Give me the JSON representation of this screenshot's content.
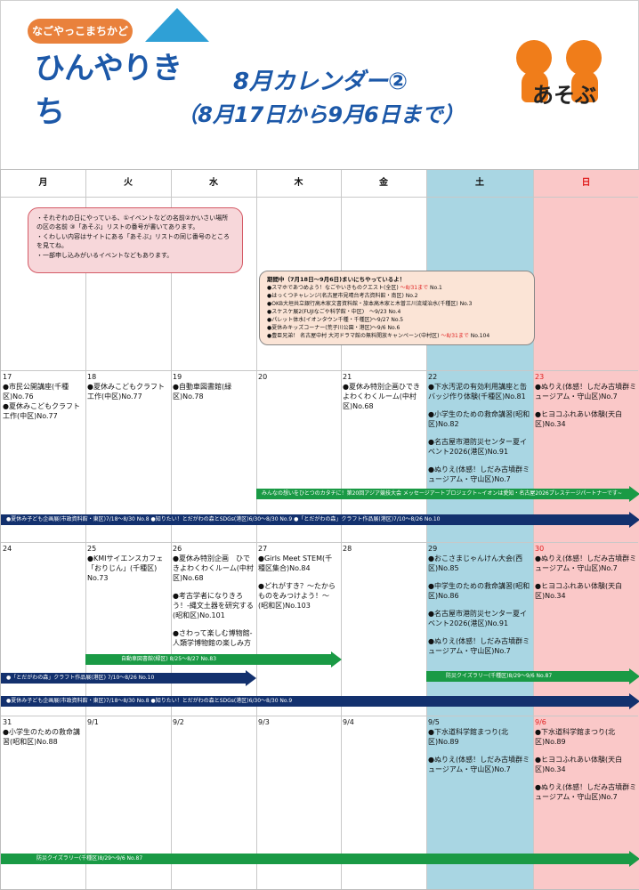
{
  "header": {
    "logo_sub": "なごやっこまちかど",
    "logo_main": "ひんやりきち",
    "title_line1": "8月カレンダー②",
    "title_line2": "（8月17日から9月6日まで）",
    "asobu_label": "あそぶ"
  },
  "weekdays": [
    "月",
    "火",
    "水",
    "木",
    "金",
    "土",
    "日"
  ],
  "notes": [
    "・それぞれの日にやっている、①イベントなどの名前②かいさい場所の区の名前 ③「あそぶ」リストの番号が書いてあります。",
    "・くわしい内容はサイトにある「あそぶ」リストの同じ番号のところを見てね。",
    "・一部申し込みがいるイベントなどもあります。"
  ],
  "ongoing": {
    "heading": "期間中（7月18日～9月6日)まいにちやっているよ！",
    "items": [
      {
        "text": "●スマホであつめよう！なごやいきものクエスト(全区)",
        "deadline": "～8/31まで",
        "no": "No.1"
      },
      {
        "text": "●はっくつチャレンジ(名古屋市見晴台考古資料館・南区)",
        "deadline": "",
        "no": "No.2"
      },
      {
        "text": "●OKB大垣共立銀行高木家文書資料館・旅本高木家と木曽三川流域治水(千種区)",
        "deadline": "",
        "no": "No.3"
      },
      {
        "text": "●スケスケ展2(FUJIなごや科学館・中区)　～9/23",
        "deadline": "",
        "no": "No.4"
      },
      {
        "text": "●パレット体水(イオンタウン千種・千種区)～9/27",
        "deadline": "",
        "no": "No.5"
      },
      {
        "text": "●夏休みキッズコーナー(荒子川公園・港区)～9/6",
        "deadline": "",
        "no": "No.6"
      },
      {
        "text": "●豊臣兄弟！ 名古屋中村 大河ドラマ館の無料開放キャンペーン(中村区)",
        "deadline": "～8/31まで",
        "no": "No.104"
      }
    ]
  },
  "weeks": [
    {
      "days": [
        {
          "date": "17",
          "events": [
            "●市民公開講座(千種区)No.76",
            "●夏休みこどもクラフト工作(中区)No.77"
          ]
        },
        {
          "date": "18",
          "events": [
            "●夏休みこどもクラフト工作(中区)No.77"
          ]
        },
        {
          "date": "19",
          "events": [
            "●自動車図書館(緑区)No.78"
          ]
        },
        {
          "date": "20",
          "events": []
        },
        {
          "date": "21",
          "events": [
            "●夏休み特別企画ひできよわくわくルーム(中村区)No.68"
          ]
        },
        {
          "date": "22",
          "events": [
            "●下水汚泥の有効利用講座と缶バッジ作り体験(千種区)No.81",
            "●小学生のための救命講習(昭和区)No.82",
            "●名古屋市港防災センター夏イベント2026(港区)No.91",
            "●ぬりえ(体感！しだみ古墳群ミュージアム・守山区)No.7"
          ]
        },
        {
          "date": "23",
          "events": [
            "●ぬりえ(体感！しだみ古墳群ミュージアム・守山区)No.7",
            "●ヒヨコふれあい体験(天白区)No.34"
          ]
        }
      ]
    },
    {
      "days": [
        {
          "date": "24",
          "events": []
        },
        {
          "date": "25",
          "events": [
            "●KMIサイエンスカフェ「おりじん」(千種区)　No.73"
          ]
        },
        {
          "date": "26",
          "events": [
            "●夏休み特別企画　ひできよわくわくルーム(中村区)No.68",
            "●考古学者になりきろう！-縄文土器を研究する(昭和区)No.101",
            "●さわって楽しむ博物館-人類学博物館の楽しみ方(昭和区)No.102"
          ]
        },
        {
          "date": "27",
          "events": [
            "●Girls Meet STEM(千種区集合)No.84",
            "●どれがすき？～たからものをみつけよう！～(昭和区)No.103"
          ]
        },
        {
          "date": "28",
          "events": []
        },
        {
          "date": "29",
          "events": [
            "●おこさまじゃんけん大会(西区)No.85",
            "●中学生のための救命講習(昭和区)No.86",
            "●名古屋市港防災センター夏イベント2026(港区)No.91",
            "●ぬりえ(体感！しだみ古墳群ミュージアム・守山区)No.7"
          ]
        },
        {
          "date": "30",
          "events": [
            "●ぬりえ(体感！しだみ古墳群ミュージアム・守山区)No.7",
            "●ヒヨコふれあい体験(天白区)No.34"
          ]
        }
      ]
    },
    {
      "days": [
        {
          "date": "31",
          "events": [
            "●小学生のための救命講習(昭和区)No.88"
          ]
        },
        {
          "date": "9/1",
          "events": []
        },
        {
          "date": "9/2",
          "events": []
        },
        {
          "date": "9/3",
          "events": []
        },
        {
          "date": "9/4",
          "events": []
        },
        {
          "date": "9/5",
          "events": [
            "●下水道科学館まつり(北区)No.89",
            "●ぬりえ(体感！しだみ古墳群ミュージアム・守山区)No.7"
          ]
        },
        {
          "date": "9/6",
          "events": [
            "●下水道科学館まつり(北区)No.89",
            "●ヒヨコふれあい体験(天白区)No.34",
            "●ぬりえ(体感！しだみ古墳群ミュージアム・守山区)No.7"
          ]
        }
      ]
    }
  ],
  "bars": {
    "w1_green": "みんなの想いをひとつのカタチに！第20回アジア競技大会 メッセージアートプロジェクト~イオンは愛知・名古屋2026プレステージパートナーです~",
    "w1_navy": "●夏休み子ども企画展(市政資料館・東区)7/18～8/30 No.8 ●知りたい！とだがわの森とSDGs(港区)6/30～8/30 No.9 ●「とだがわの森」クラフト作品展(港区)7/10～8/26 No.10",
    "w2_green_a": "自動車図書館(緑区) 8/25～8/27 No.83",
    "w2_green_b": "防災クイズラリー(千種区)8/29～9/6 No.87",
    "w2_navy_a": "●「とだがわの森」クラフト作品展(港区) 7/10～8/26 No.10",
    "w2_navy_b": "●夏休み子ども企画展(市政資料館・東区)7/18～8/30 No.8 ●知りたい！とだがわの森とSDGs(港区)6/30～8/30 No.9",
    "w3_green": "防災クイズラリー(千種区)8/29～9/6 No.87"
  },
  "colors": {
    "saturday": "#a9d6e3",
    "sunday": "#fac8c8",
    "bar_green": "#1a9a45",
    "bar_navy": "#13316e",
    "title_blue": "#1c58a8",
    "deadline_red": "#e02020"
  }
}
